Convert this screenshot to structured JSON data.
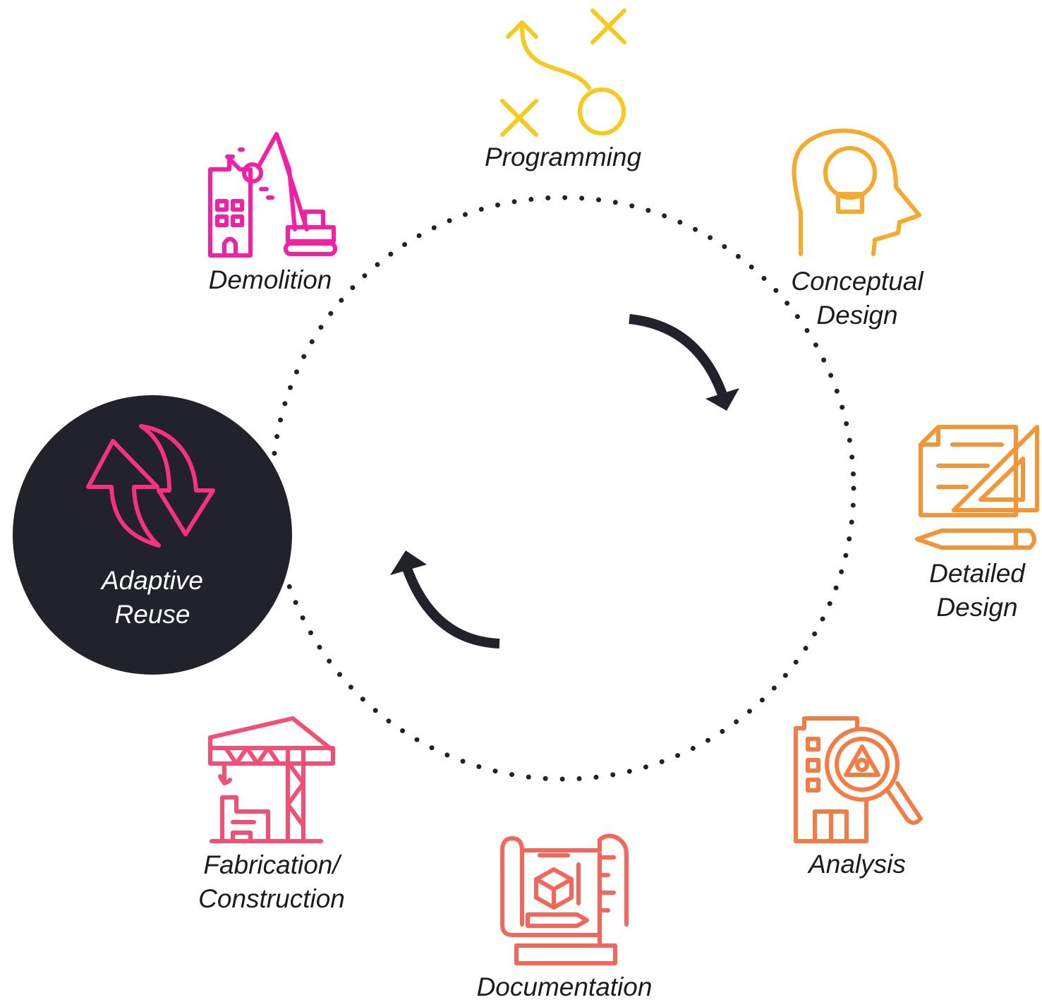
{
  "hub": {
    "line1": "Adaptive",
    "line2": "Reuse",
    "color": "#22222b",
    "icon": "recycle-arrows-icon",
    "icon_color": "#f8317f"
  },
  "stages": {
    "programming": {
      "label": "Programming",
      "icon": "strategy-play-icon",
      "color": "#f9c918"
    },
    "conceptual": {
      "line1": "Conceptual",
      "line2": "Design",
      "icon": "head-lightbulb-icon",
      "color": "#f7a928"
    },
    "detailed": {
      "line1": "Detailed",
      "line2": "Design",
      "icon": "drafting-documents-icon",
      "color": "#f79432"
    },
    "analysis": {
      "label": "Analysis",
      "icon": "building-magnifier-icon",
      "color": "#f67b41"
    },
    "documentation": {
      "label": "Documentation",
      "icon": "blueprint-icon",
      "color": "#f76559"
    },
    "fabrication": {
      "line1": "Fabrication/",
      "line2": "Construction",
      "icon": "tower-crane-icon",
      "color": "#f54e72"
    },
    "demolition": {
      "label": "Demolition",
      "icon": "wrecking-ball-icon",
      "color": "#f51ea7"
    }
  },
  "cycle": {
    "ring_style": "dotted",
    "arrow_color": "#22222b",
    "direction": "clockwise"
  }
}
